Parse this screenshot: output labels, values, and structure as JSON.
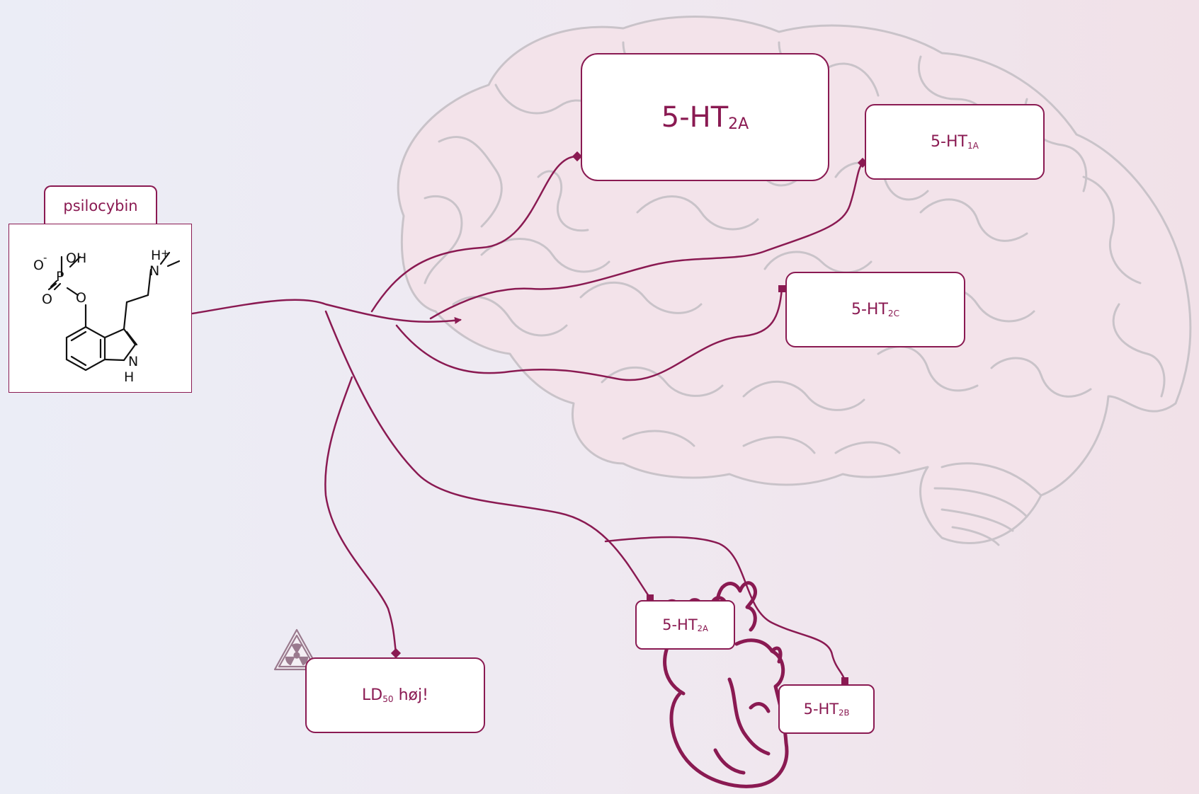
{
  "colors": {
    "accent": "#8a1a52",
    "brain_outline": "#c9c3c9",
    "brain_fill": "#f0dde5",
    "background_left": "#ebedf6",
    "background_right": "#f1e1e8"
  },
  "molecule": {
    "tab_label": "psilocybin",
    "atoms": {
      "o_minus": "O",
      "minus_sign": "-",
      "oh": "OH",
      "phosphorus": "P",
      "o_ester": "O",
      "o_double": "O",
      "n_plus": "N",
      "h_on_n": "H",
      "plus_sign": "+",
      "nh_n": "N",
      "nh_h": "H"
    }
  },
  "receptors": {
    "brain_2a": {
      "main": "5-HT",
      "sub": "2A"
    },
    "brain_1a": {
      "main": "5-HT",
      "sub": "1A"
    },
    "brain_2c": {
      "main": "5-HT",
      "sub": "2C"
    },
    "heart_2a": {
      "main": "5-HT",
      "sub": "2A"
    },
    "heart_2b": {
      "main": "5-HT",
      "sub": "2B"
    }
  },
  "toxicity": {
    "main": "LD",
    "sub": "50",
    "rest": " høj!"
  },
  "icons": {
    "brain": "brain-outline-icon",
    "heart": "heart-outline-icon",
    "radiation": "radiation-warning-icon"
  }
}
